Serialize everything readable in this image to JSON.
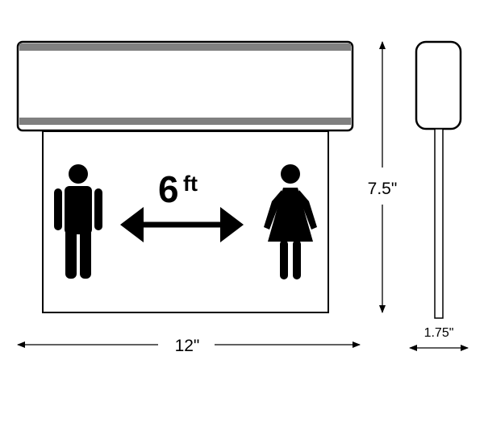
{
  "sign": {
    "distance_number": "6",
    "distance_unit": "ft"
  },
  "dimensions": {
    "width": "12\"",
    "height": "7.5\"",
    "depth": "1.75\""
  },
  "colors": {
    "stroke": "#000000",
    "housing_band": "#808080",
    "figure": "#000000",
    "background": "#ffffff"
  },
  "icons": {
    "left_figure": "man-icon",
    "right_figure": "woman-icon",
    "arrow": "double-arrow-icon"
  }
}
